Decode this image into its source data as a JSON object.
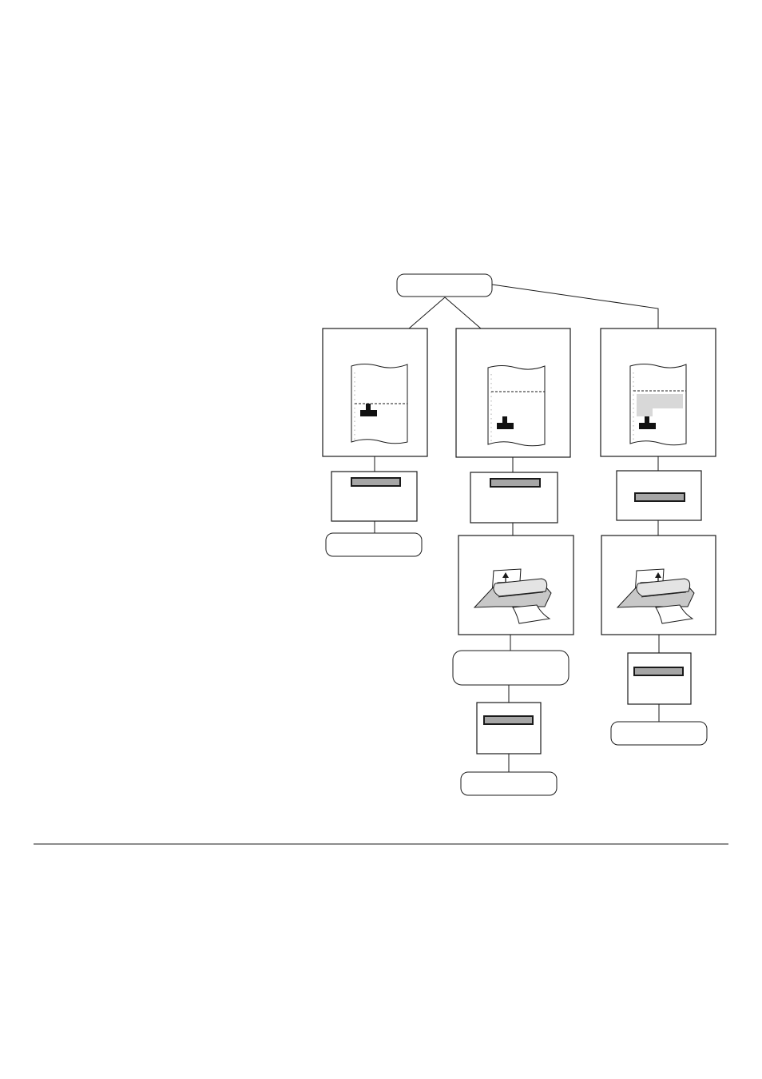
{
  "diagram": {
    "start_node_label": "",
    "branches": [
      {
        "id": "left",
        "steps": [
          "paper-illustration",
          "display-panel",
          "end-label"
        ],
        "end_label": ""
      },
      {
        "id": "middle",
        "steps": [
          "paper-illustration",
          "display-panel",
          "tear-off-illustration",
          "instruction-label",
          "display-panel",
          "end-label"
        ],
        "instruction_label": "",
        "end_label": ""
      },
      {
        "id": "right",
        "steps": [
          "paper-illustration",
          "display-panel",
          "tear-off-illustration",
          "display-panel",
          "end-label"
        ],
        "end_label": ""
      }
    ],
    "colors": {
      "line": "#1a1a1a",
      "lcd_fill": "#a6a6a6",
      "highlight_block": "#d8d8d8",
      "tractor_body": "#c8c8c8"
    }
  }
}
